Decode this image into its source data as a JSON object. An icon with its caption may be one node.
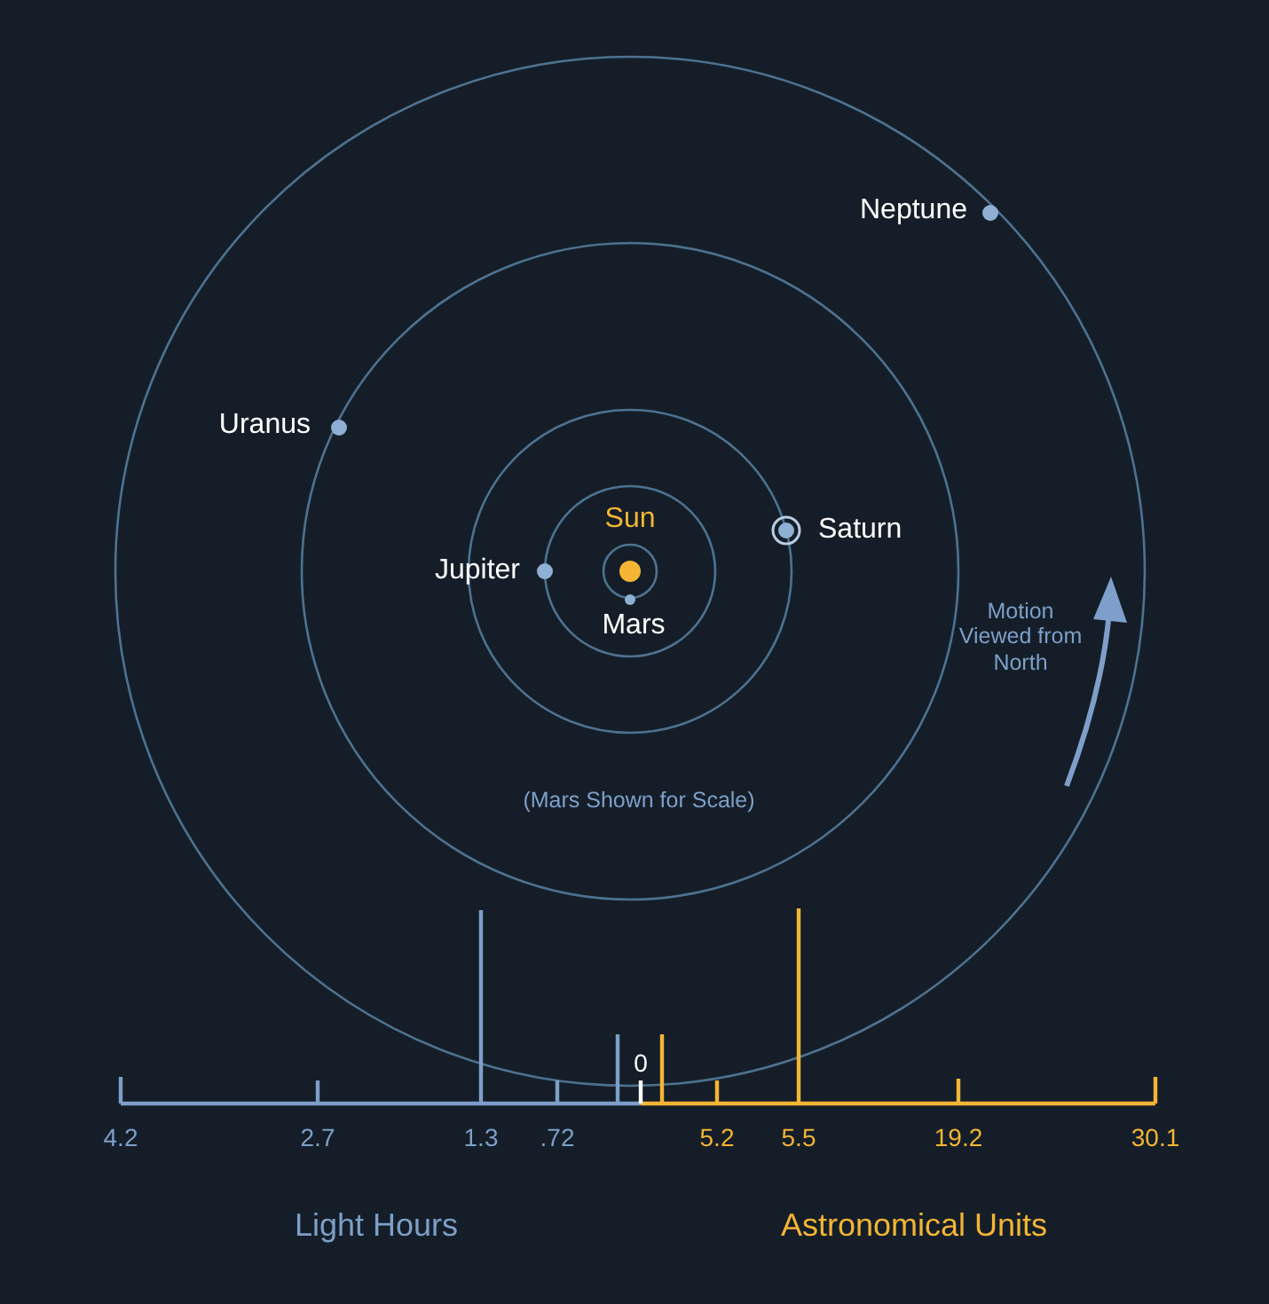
{
  "diagram": {
    "labels": [
      "Neptune",
      "Uranus",
      "Sun",
      "Saturn",
      "Jupiter",
      "Motion Viewed from North",
      "Mars",
      "(Mars Shown for Scale)",
      "0",
      "4.2",
      "2.7",
      "1.3",
      ".72",
      "5.2",
      "5.5",
      "19.2",
      "30.1",
      "Light Hours",
      "Astronomical Units"
    ]
  }
}
